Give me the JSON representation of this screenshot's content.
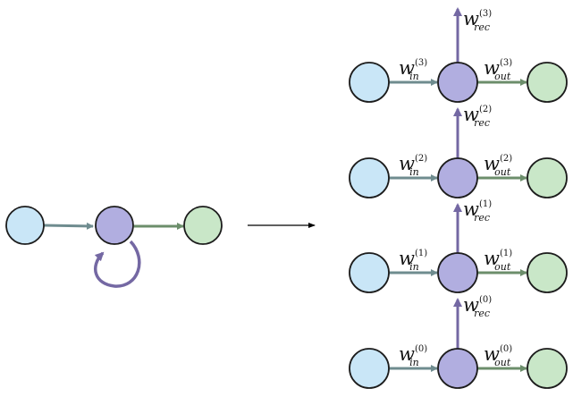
{
  "colors": {
    "input_node": "#c9e6f7",
    "hidden_node": "#b1aee0",
    "output_node": "#c9e7c8",
    "node_stroke": "#1c1c1c",
    "input_arrow": "#6f8c8f",
    "output_arrow": "#6c8e6b",
    "recurrent_arrow": "#7468a3",
    "unroll_arrow": "#000000"
  },
  "icons": {
    "self_loop": "self-loop-icon",
    "unroll": "arrow-right-icon"
  },
  "labels": {
    "weight_symbol": "w",
    "input_subscript": "in",
    "output_subscript": "out",
    "recurrent_subscript": "rec"
  },
  "unrolled": {
    "steps": [
      {
        "sup": "(0)"
      },
      {
        "sup": "(1)"
      },
      {
        "sup": "(2)"
      },
      {
        "sup": "(3)"
      }
    ]
  }
}
